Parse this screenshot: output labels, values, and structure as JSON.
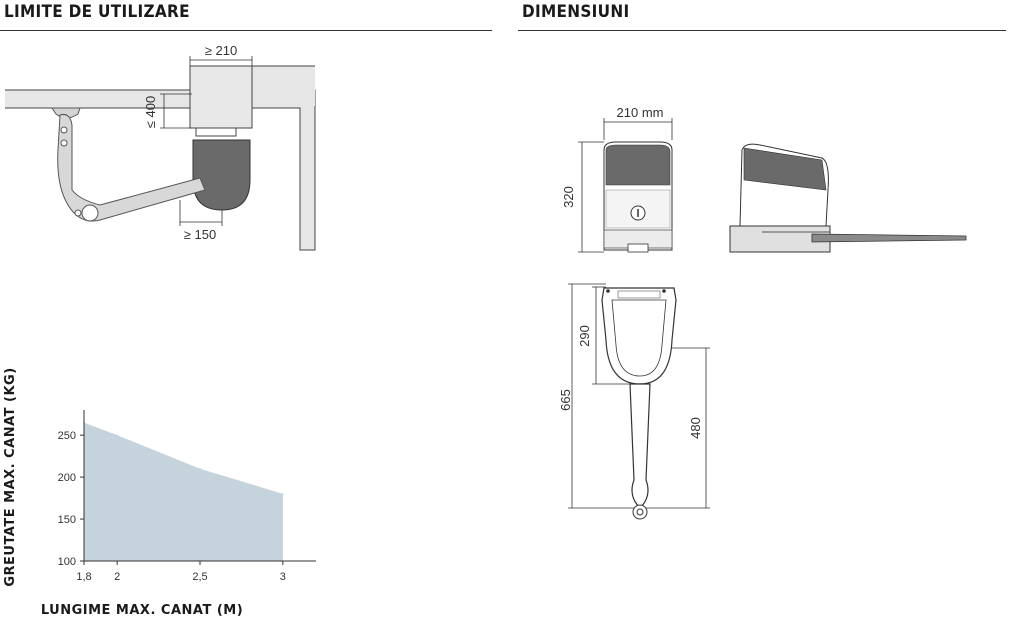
{
  "left_section": {
    "title": "LIMITE DE UTILIZARE"
  },
  "right_section": {
    "title": "DIMENSIUNI"
  },
  "usage_diagram": {
    "label_width": "≥ 210",
    "label_height": "≤ 400",
    "label_depth": "≥ 150"
  },
  "dimensions": {
    "width_label": "210 mm",
    "height_label": "320",
    "top_depth_label": "290",
    "total_length_label": "665",
    "arm_length_label": "480"
  },
  "chart_data": {
    "type": "area",
    "x": [
      1.8,
      2,
      2.5,
      3
    ],
    "xtick_labels": [
      "1,8",
      "2",
      "2,5",
      "3"
    ],
    "values": [
      265,
      250,
      210,
      180
    ],
    "yticks": [
      100,
      150,
      200,
      250
    ],
    "ylim": [
      100,
      280
    ],
    "xlim": [
      1.8,
      3.2
    ],
    "xlabel": "LUNGIME MAX. CANAT (M)",
    "ylabel": "GREUTATE MAX. CANAT (KG)",
    "fill_color": "#c5d3dd",
    "grid": false
  }
}
